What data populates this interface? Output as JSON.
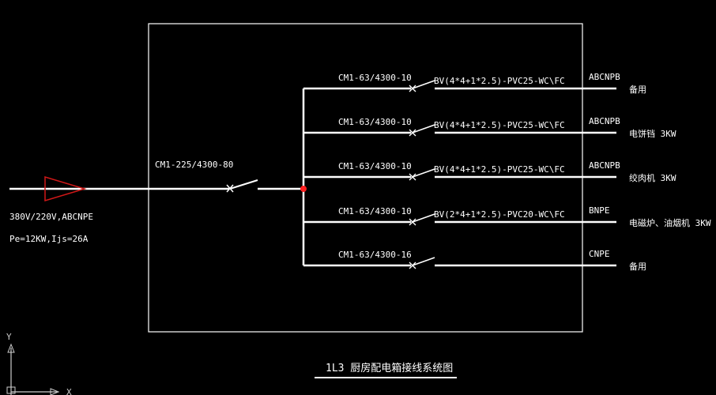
{
  "feeder": {
    "supply_label": "380V/220V,ABCNPE",
    "load_label": "Pe=12KW,Ijs=26A",
    "main_breaker": "CM1-225/4300-80"
  },
  "branches": [
    {
      "breaker": "CM1-63/4300-10",
      "cable": "BV(4*4+1*2.5)-PVC25-WC\\FC",
      "phase": "ABCNPB",
      "load": "备用"
    },
    {
      "breaker": "CM1-63/4300-10",
      "cable": "BV(4*4+1*2.5)-PVC25-WC\\FC",
      "phase": "ABCNPB",
      "load": "电饼铛 3KW"
    },
    {
      "breaker": "CM1-63/4300-10",
      "cable": "BV(4*4+1*2.5)-PVC25-WC\\FC",
      "phase": "ABCNPB",
      "load": "绞肉机 3KW"
    },
    {
      "breaker": "CM1-63/4300-10",
      "cable": "BV(2*4+1*2.5)-PVC20-WC\\FC",
      "phase": "BNPE",
      "load": "电磁炉、油烟机 3KW"
    },
    {
      "breaker": "CM1-63/4300-16",
      "cable": "",
      "phase": "CNPE",
      "load": "备用"
    }
  ],
  "title": "1L3 厨房配电箱接线系统图",
  "ucs": {
    "y_label": "Y",
    "x_label": "X"
  },
  "colors": {
    "background": "#000000",
    "line": "#ffffff",
    "junction": "#ff2020",
    "arrow": "#d01818"
  }
}
